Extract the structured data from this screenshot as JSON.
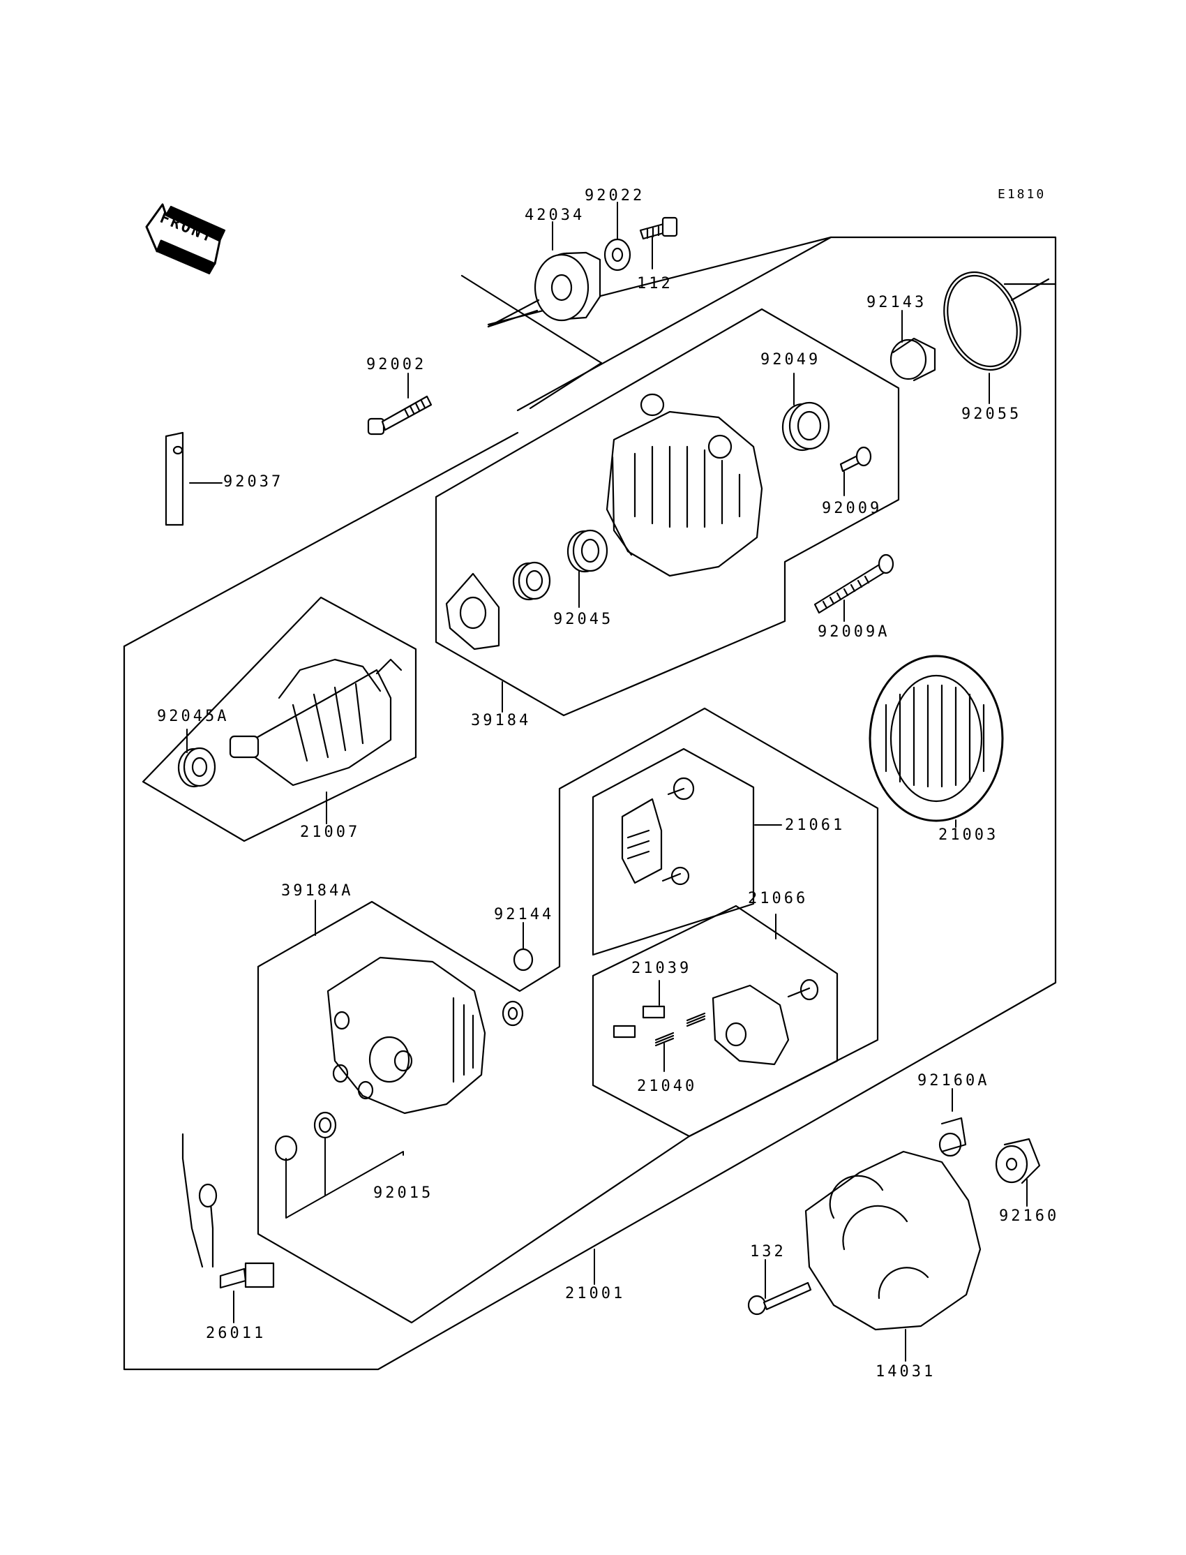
{
  "diagram_code": "E1810",
  "front_arrow_label": "FRONT",
  "colors": {
    "line": "#000000",
    "background": "#ffffff"
  },
  "parts": [
    {
      "id": "p42034",
      "label": "42034"
    },
    {
      "id": "p92022",
      "label": "92022"
    },
    {
      "id": "p112",
      "label": "112"
    },
    {
      "id": "p92143",
      "label": "92143"
    },
    {
      "id": "p92055",
      "label": "92055"
    },
    {
      "id": "p92002",
      "label": "92002"
    },
    {
      "id": "p92049",
      "label": "92049"
    },
    {
      "id": "p92037",
      "label": "92037"
    },
    {
      "id": "p92009",
      "label": "92009"
    },
    {
      "id": "p92045",
      "label": "92045"
    },
    {
      "id": "p92009A",
      "label": "92009A"
    },
    {
      "id": "p39184",
      "label": "39184"
    },
    {
      "id": "p92045A",
      "label": "92045A"
    },
    {
      "id": "p21007",
      "label": "21007"
    },
    {
      "id": "p21003",
      "label": "21003"
    },
    {
      "id": "p21061",
      "label": "21061"
    },
    {
      "id": "p39184A",
      "label": "39184A"
    },
    {
      "id": "p92144",
      "label": "92144"
    },
    {
      "id": "p21066",
      "label": "21066"
    },
    {
      "id": "p21039",
      "label": "21039"
    },
    {
      "id": "p21040",
      "label": "21040"
    },
    {
      "id": "p92160A",
      "label": "92160A"
    },
    {
      "id": "p92015",
      "label": "92015"
    },
    {
      "id": "p92160",
      "label": "92160"
    },
    {
      "id": "p132",
      "label": "132"
    },
    {
      "id": "p21001",
      "label": "21001"
    },
    {
      "id": "p26011",
      "label": "26011"
    },
    {
      "id": "p14031",
      "label": "14031"
    }
  ]
}
